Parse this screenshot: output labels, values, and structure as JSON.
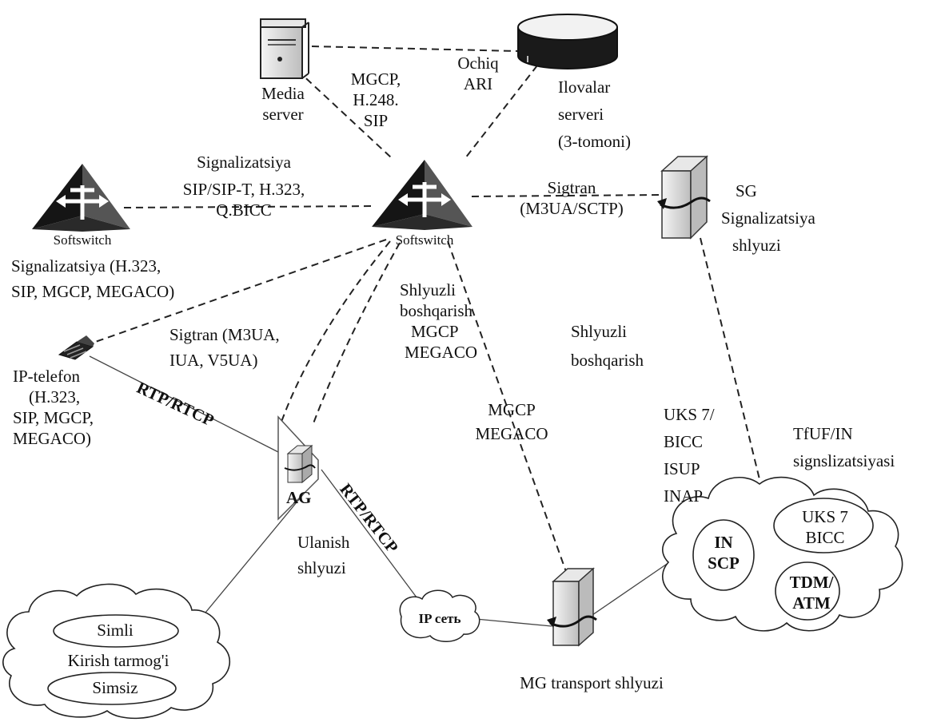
{
  "nodes": {
    "media_server": [
      "Media",
      "server"
    ],
    "apps_server_proto": [
      "Ochiq",
      "ARI"
    ],
    "apps_server": [
      "Ilovalar",
      "serveri",
      "(3-tomoni)"
    ],
    "media_proto": [
      "MGCP,",
      "H.248.",
      "SIP"
    ],
    "softswitch_left": "Softswitch",
    "softswitch_center": "Softswitch",
    "ss_link": [
      "Signalizatsiya",
      "SIP/SIP-T, H.323,",
      "Q.BICC"
    ],
    "sigtran_sg": [
      "Sigtran",
      "(M3UA/SCTP)"
    ],
    "sg": [
      "SG",
      "Signalizatsiya",
      "shlyuzi"
    ],
    "signal_left": [
      "Signalizatsiya (H.323,",
      "SIP, MGCP, MEGACO)"
    ],
    "sigtran_ag": [
      "Sigtran (M3UA,",
      "IUA, V5UA)"
    ],
    "gw_ctrl_1": [
      "Shlyuzli",
      "boshqarish",
      "MGCP",
      "MEGACO"
    ],
    "gw_ctrl_2": [
      "Shlyuzli",
      "boshqarish"
    ],
    "ip_phone": [
      "IP-telefon",
      "(H.323,",
      "SIP, MGCP,",
      "MEGACO)"
    ],
    "rtp_1": "RTP/RTCP",
    "rtp_2": "RTP/RTCP",
    "mgcp_mid": [
      "MGCP",
      "MEGACO"
    ],
    "uks": [
      "UKS 7/",
      "BICC",
      "ISUP",
      "INAP"
    ],
    "tfuf": [
      "TfUF/IN",
      "signslizatsiyasi"
    ],
    "ag": "AG",
    "access_gw": [
      "Ulanish",
      "shlyuzi"
    ],
    "ip_net": "IP сеть",
    "mg": "MG transport shlyuzi",
    "access_net_wired": "Simli",
    "access_net": "Kirish tarmog'i",
    "access_net_wireless": "Simsiz",
    "in_scp": [
      "IN",
      "SCP"
    ],
    "uks_bicc": [
      "UKS 7",
      "BICC"
    ],
    "tdm_atm": [
      "TDM/",
      "ATM"
    ]
  }
}
